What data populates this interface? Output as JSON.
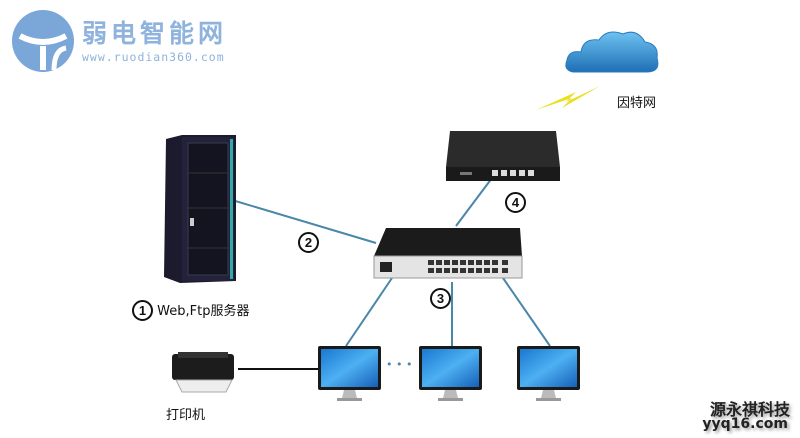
{
  "logo": {
    "title": "弱电智能网",
    "url": "www.ruodian360.com",
    "color": "#8fb3dd"
  },
  "nodes": {
    "internet": {
      "label": "因特网",
      "icon": "cloud-icon"
    },
    "router": {
      "icon": "router-icon"
    },
    "switch": {
      "icon": "switch-icon"
    },
    "server": {
      "label": "Web,Ftp服务器",
      "number": "1",
      "icon": "server-rack-icon"
    },
    "printer": {
      "label": "打印机",
      "icon": "printer-icon"
    },
    "computers": [
      {
        "icon": "monitor-icon"
      },
      {
        "icon": "monitor-icon"
      },
      {
        "icon": "monitor-icon"
      }
    ],
    "ellipsis": "• • •"
  },
  "link_numbers": {
    "server_to_switch": "2",
    "switch_to_computers": "3",
    "router_to_switch": "4"
  },
  "colors": {
    "link": "#4a87a8",
    "printer_link": "#111111",
    "lightning": "#e8e020"
  },
  "watermark": {
    "cn": "源永祺科技",
    "en": "yyq16.com"
  }
}
